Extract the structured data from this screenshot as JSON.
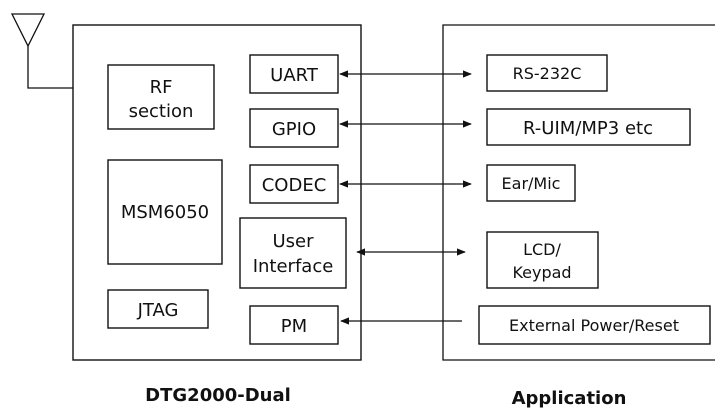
{
  "diagram": {
    "device": {
      "caption": "DTG2000-Dual",
      "blocks": {
        "rf_line1": "RF",
        "rf_line2": "section",
        "msm": "MSM6050",
        "jtag": "JTAG",
        "uart": "UART",
        "gpio": "GPIO",
        "codec": "CODEC",
        "ui_line1": "User",
        "ui_line2": "Interface",
        "pm": "PM"
      }
    },
    "application": {
      "caption": "Application",
      "blocks": {
        "rs232": "RS-232C",
        "ruim": "R-UIM/MP3 etc",
        "earmic": "Ear/Mic",
        "lcd_line1": "LCD/",
        "lcd_line2": "Keypad",
        "power": "External Power/Reset"
      }
    },
    "icons": {
      "antenna": "antenna-icon"
    }
  }
}
